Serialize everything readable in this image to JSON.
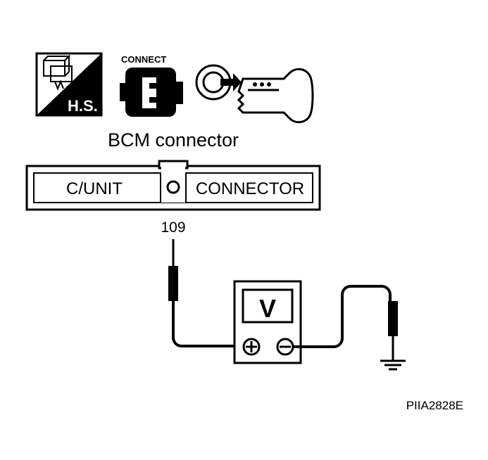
{
  "icons": {
    "harness_label": "H.S.",
    "connect_label": "CONNECT"
  },
  "title": "BCM connector",
  "connector": {
    "left_label": "C/UNIT",
    "right_label": "CONNECTOR",
    "terminal": "109"
  },
  "meter": {
    "label": "V"
  },
  "figure_code": "PIIA2828E"
}
